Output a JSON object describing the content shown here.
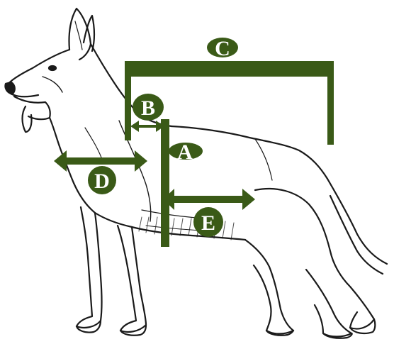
{
  "diagram": {
    "colors": {
      "marker": "#3a5a17",
      "outline": "#1a1a1a",
      "background": "#ffffff",
      "label_text": "#ffffff"
    },
    "labels": {
      "a": "A",
      "b": "B",
      "c": "C",
      "d": "D",
      "e": "E"
    }
  }
}
